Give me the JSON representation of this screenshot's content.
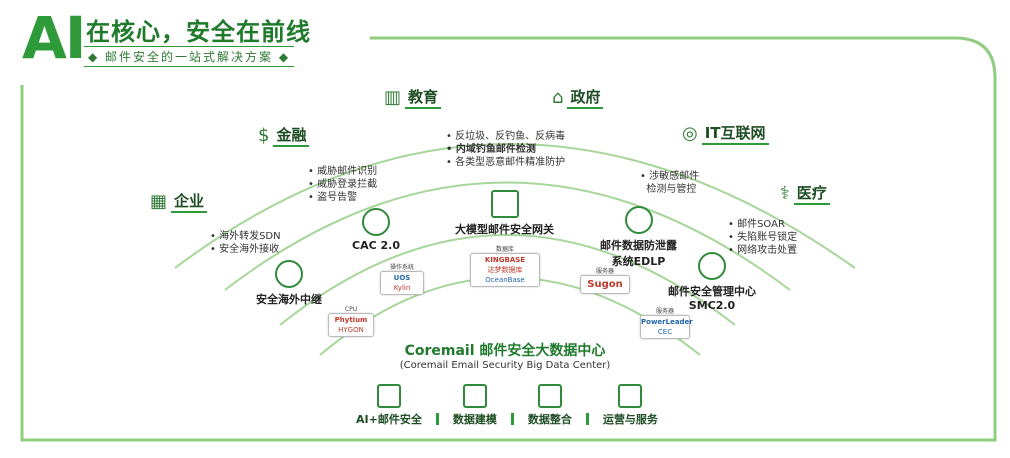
{
  "header": {
    "ai": "AI",
    "title": "在核心，安全在前线",
    "subtitle": "◆ 邮件安全的一站式解决方案 ◆"
  },
  "sectors": {
    "enterprise": "企业",
    "finance": "金融",
    "education": "教育",
    "government": "政府",
    "it_internet": "IT互联网",
    "medical": "医疗"
  },
  "outer_bullets": {
    "left_top": [
      "反垃圾、反钓鱼、反病毒",
      "内域钓鱼邮件检测",
      "各类型恶意邮件精准防护"
    ],
    "left_mid": [
      "威胁邮件识别",
      "威胁登录拦截",
      "盗号告警"
    ],
    "left_low": [
      "海外转发SDN",
      "安全海外接收"
    ],
    "right_mid": [
      "涉敏感邮件",
      "检测与管控"
    ],
    "right_low": [
      "邮件SOAR",
      "失陷账号锁定",
      "网络攻击处置"
    ]
  },
  "middle_nodes": {
    "cac": "CAC 2.0",
    "gateway": "大模型邮件安全网关",
    "dlp_line1": "邮件数据防泄露",
    "dlp_line2": "系统EDLP",
    "overseas": "安全海外中继",
    "smc_line1": "邮件安全管理中心",
    "smc_line2": "SMC2.0"
  },
  "vendors": {
    "cpu_label": "CPU",
    "cpu_items": [
      "Phytium",
      "HYGON"
    ],
    "os_label": "操作系统",
    "os_items": [
      "UOS",
      "Kylin"
    ],
    "db_label": "数据库",
    "db_items": [
      "KINGBASE",
      "达梦数据库",
      "OceanBase"
    ],
    "server_label": "服务器",
    "server_items": [
      "Sugon"
    ],
    "server2_label": "服务器",
    "server2_items": [
      "PowerLeader",
      "CEC"
    ]
  },
  "center": {
    "title": "Coremail 邮件安全大数据中心",
    "subtitle": "(Coremail Email Security Big Data Center)"
  },
  "bottom": [
    "AI+邮件安全",
    "数据建模",
    "数据整合",
    "运营与服务"
  ],
  "colors": {
    "primary": "#2f9a3a",
    "dark": "#1f4d24"
  }
}
